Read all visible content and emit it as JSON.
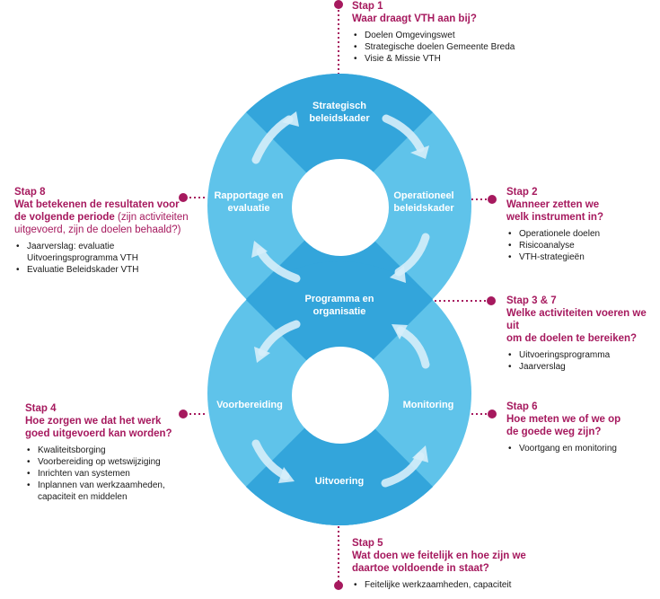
{
  "colors": {
    "light_blue": "#5fc3ea",
    "dark_blue": "#33a5db",
    "arrow": "#d6eef9",
    "accent": "#a6195e",
    "label": "#ffffff"
  },
  "cycle_top": {
    "segments": {
      "top": "Strategisch\nbeleidskader",
      "right": "Operationeel\nbeleidskader",
      "bottom": "Programma en\norganisatie",
      "left": "Rapportage en\nevaluatie"
    }
  },
  "cycle_bottom": {
    "segments": {
      "left": "Voorbereiding",
      "bottom": "Uitvoering",
      "right": "Monitoring"
    }
  },
  "segment_labels": {
    "strategisch_1": "Strategisch",
    "strategisch_2": "beleidskader",
    "operationeel_1": "Operationeel",
    "operationeel_2": "beleidskader",
    "programma_1": "Programma en",
    "programma_2": "organisatie",
    "rapportage_1": "Rapportage en",
    "rapportage_2": "evaluatie",
    "voorbereiding": "Voorbereiding",
    "uitvoering": "Uitvoering",
    "monitoring": "Monitoring"
  },
  "steps": {
    "stap1": {
      "title": "Stap 1",
      "question": "Waar draagt VTH aan bij?",
      "items": [
        "Doelen Omgevingswet",
        "Strategische doelen Gemeente Breda",
        "Visie & Missie VTH"
      ]
    },
    "stap2": {
      "title": "Stap 2",
      "question_1": "Wanneer zetten we",
      "question_2": "welk instrument in?",
      "items": [
        "Operationele doelen",
        "Risicoanalyse",
        "VTH-strategieën"
      ]
    },
    "stap37": {
      "title": "Stap 3 & 7",
      "question_1": "Welke activiteiten voeren we uit",
      "question_2": "om de doelen te bereiken?",
      "items": [
        "Uitvoeringsprogramma",
        "Jaarverslag"
      ]
    },
    "stap6": {
      "title": "Stap 6",
      "question_1": "Hoe meten we of we op",
      "question_2": "de goede weg zijn?",
      "items": [
        "Voortgang en monitoring"
      ]
    },
    "stap5": {
      "title": "Stap 5",
      "question_1": "Wat doen we feitelijk en hoe zijn we",
      "question_2": "daartoe voldoende in staat?",
      "items": [
        "Feitelijke werkzaamheden, capaciteit"
      ]
    },
    "stap4": {
      "title": "Stap 4",
      "question_1": "Hoe zorgen we dat het werk",
      "question_2": "goed uitgevoerd kan worden?",
      "items": [
        "Kwaliteitsborging",
        "Voorbereiding op wetswijziging",
        "Inrichten van systemen",
        "Inplannen van werkzaamheden,",
        "capaciteit en middelen"
      ]
    },
    "stap8": {
      "title": "Stap 8",
      "question_1": "Wat betekenen de resultaten voor",
      "question_2a": "de volgende periode",
      "question_2b": " (zijn activiteiten",
      "question_3": "uitgevoerd, zijn de doelen behaald?)",
      "items": [
        "Jaarverslag: evaluatie",
        "Uitvoeringsprogramma VTH",
        "Evaluatie Beleidskader VTH"
      ]
    }
  }
}
